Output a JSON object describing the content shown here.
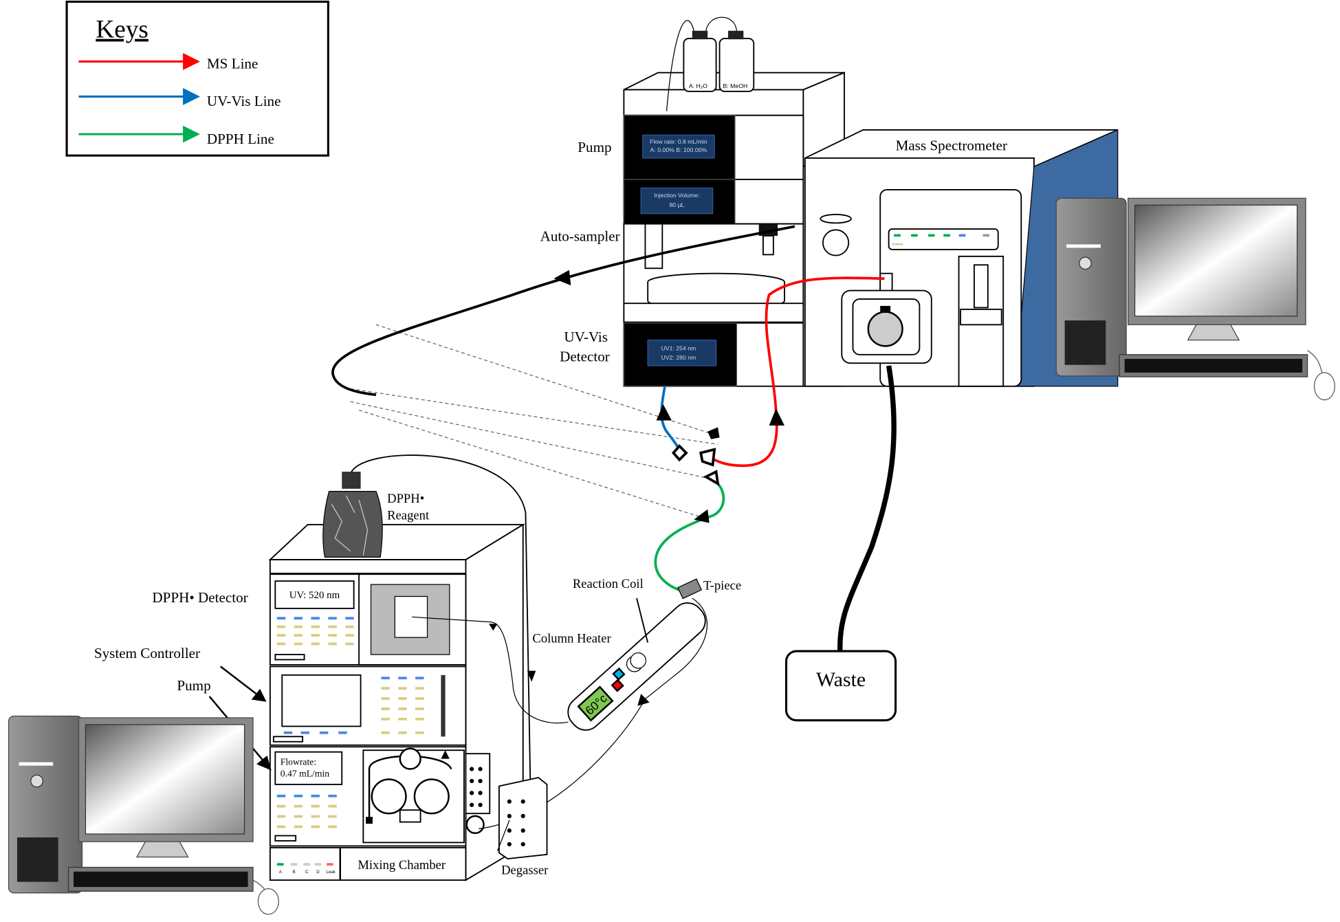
{
  "keys": {
    "title": "Keys",
    "items": [
      {
        "label": "MS Line",
        "color": "#ff0000"
      },
      {
        "label": "UV-Vis Line",
        "color": "#0070c0"
      },
      {
        "label": "DPPH Line",
        "color": "#00b050"
      }
    ]
  },
  "hplc": {
    "bottle_a": "A: H₂O",
    "bottle_b": "B: MeOH",
    "pump_label": "Pump",
    "pump_display": [
      "Flow rate: 0.8 mL/min",
      "A: 0.00% B: 100.00%"
    ],
    "autosampler_label": "Auto-sampler",
    "autosampler_display": [
      "Injection Volume:",
      "80 µL"
    ],
    "uv_label": [
      "UV-Vis",
      "Detector"
    ],
    "uv_display": [
      "UV1: 254 nm",
      "UV2: 280 nm"
    ]
  },
  "ms": {
    "title": "Mass Spectrometer",
    "panel_text": "Source"
  },
  "waste": {
    "label": "Waste"
  },
  "dpph_system": {
    "reagent_label": [
      "DPPH•",
      "Reagent"
    ],
    "detector_label": "DPPH• Detector",
    "detector_display": "UV: 520 nm",
    "controller_label": "System Controller",
    "pump_label": "Pump",
    "pump_display": [
      "Flowrate:",
      "0.47 mL/min"
    ],
    "mixing_chamber_label": "Mixing Chamber",
    "degasser_label": "Degasser",
    "channel_leds": [
      "A",
      "B",
      "C",
      "D",
      "Leak"
    ],
    "reaction_coil_label": "Reaction Coil",
    "tpiece_label": "T-piece",
    "column_heater_label": "Column Heater",
    "column_temp": "60°c"
  },
  "colors": {
    "ms_line": "#ff0000",
    "uv_line": "#0070c0",
    "dpph_line": "#00b050",
    "ms_side_panel": "#3d6aa0",
    "screen": "#1a3a66"
  }
}
